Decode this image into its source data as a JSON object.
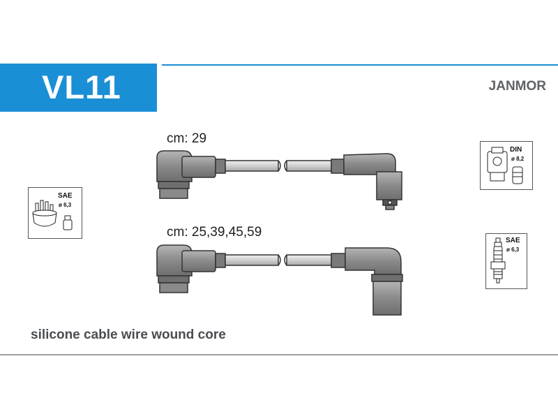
{
  "header": {
    "part_number": "VL11",
    "brand": "JANMOR"
  },
  "cables": [
    {
      "label": "cm: 29"
    },
    {
      "label": "cm: 25,39,45,59"
    }
  ],
  "icons": {
    "distributor": {
      "standard": "SAE",
      "diameter": "ø 6,3"
    },
    "coil": {
      "standard": "DIN",
      "diameter": "ø 8,2"
    },
    "spark_plug": {
      "standard": "SAE",
      "diameter": "ø 6,3"
    }
  },
  "footer": {
    "description": "silicone cable wire wound core"
  },
  "colors": {
    "title_bg": "#1a8fd6",
    "boot": "#8e8e8e",
    "wire": "#d8d8d8"
  }
}
